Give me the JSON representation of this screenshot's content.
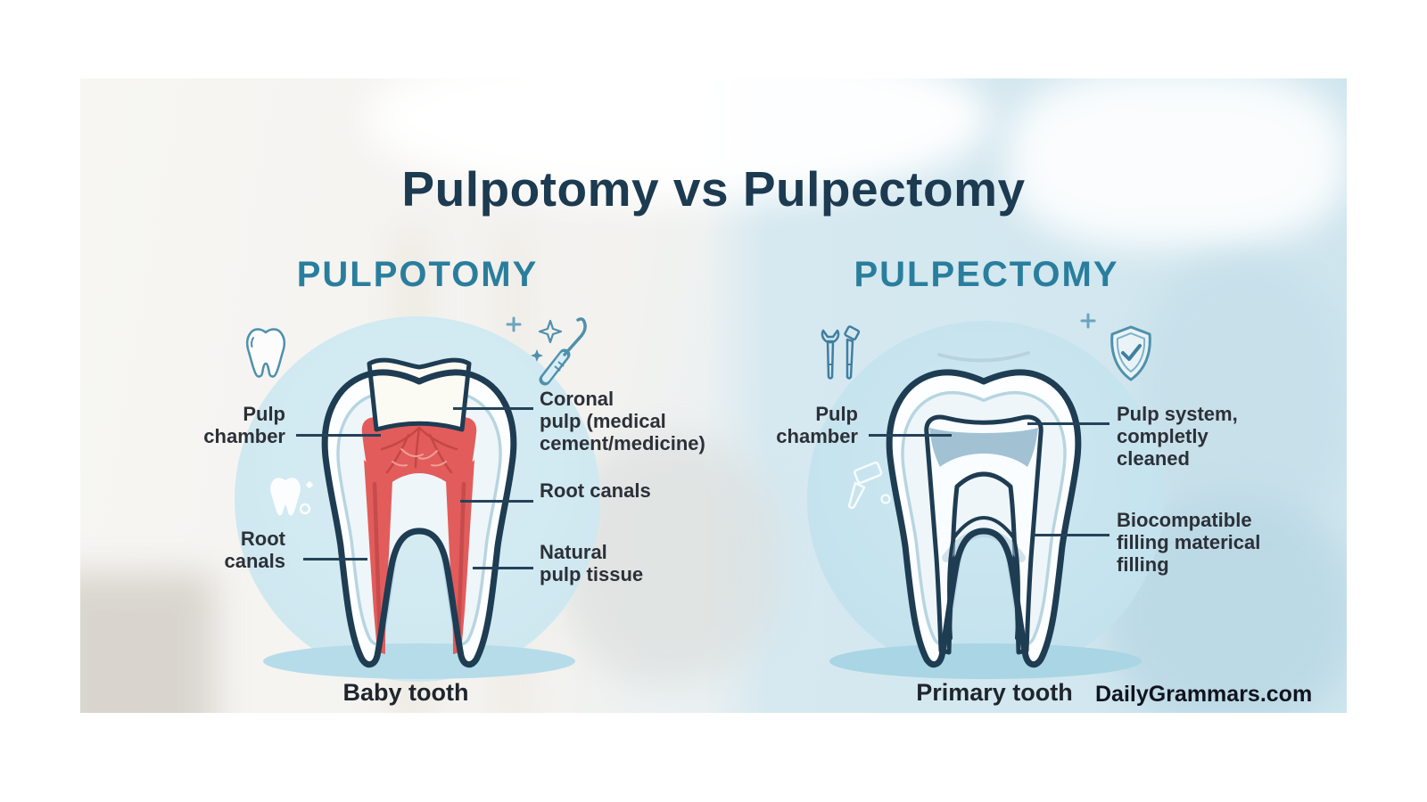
{
  "title": "Pulpotomy vs Pulpectomy",
  "watermark": "DailyGrammars.com",
  "colors": {
    "title": "#1c3a50",
    "heading": "#2a7e9d",
    "label_text": "#2c3038",
    "leader_line": "#24435a",
    "tooth_outline": "#1e3c52",
    "pulp_red": "#e25c5c",
    "cleaned_pulp_blue": "#a2c2d4",
    "circle_left": "#cbe6ef",
    "circle_right": "#bfe0ec"
  },
  "left_panel": {
    "heading": "PULPOTOMY",
    "caption": "Baby tooth",
    "labels": [
      {
        "id": "pulp-chamber",
        "text": "Pulp\nchamber",
        "side": "left"
      },
      {
        "id": "root-canals-left",
        "text": "Root\ncanals",
        "side": "left"
      },
      {
        "id": "coronal-pulp",
        "text": "Coronal\npulp (medical\ncement/medicine)",
        "side": "right"
      },
      {
        "id": "root-canals-right",
        "text": "Root canals",
        "side": "right"
      },
      {
        "id": "natural-pulp-tissue",
        "text": "Natural\npulp tissue",
        "side": "right"
      }
    ],
    "icons": [
      "tooth-outline-icon",
      "sparkle-plus-icon",
      "dental-probe-icon",
      "small-tooth-icon"
    ]
  },
  "right_panel": {
    "heading": "PULPECTOMY",
    "caption": "Primary tooth",
    "labels": [
      {
        "id": "pulp-chamber",
        "text": "Pulp\nchamber",
        "side": "left"
      },
      {
        "id": "pulp-system-cleaned",
        "text": "Pulp system,\ncompletly\ncleaned",
        "side": "right"
      },
      {
        "id": "biocompatible-filling",
        "text": "Biocompatible\nfilling materical\nfilling",
        "side": "right"
      }
    ],
    "icons": [
      "dental-tools-icon",
      "sparkle-plus-icon",
      "shield-check-icon",
      "drill-icon"
    ]
  }
}
